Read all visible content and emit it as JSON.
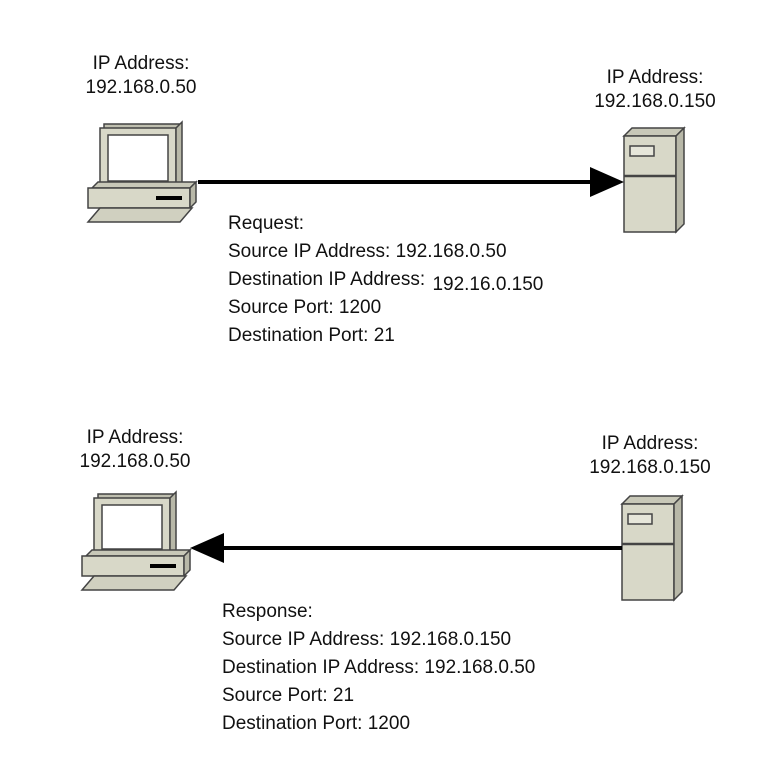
{
  "request_section": {
    "client": {
      "label": "IP Address:",
      "ip": "192.168.0.50",
      "icon": "desktop-computer-icon"
    },
    "server": {
      "label": "IP Address:",
      "ip": "192.168.0.150",
      "icon": "server-tower-icon"
    },
    "details": {
      "heading": "Request:",
      "source_ip": "Source IP Address: 192.168.0.50",
      "destination_ip_label": "Destination IP Address:",
      "destination_ip_value": "192.16.0.150",
      "source_port": "Source Port: 1200",
      "destination_port": "Destination Port: 21"
    }
  },
  "response_section": {
    "client": {
      "label": "IP Address:",
      "ip": "192.168.0.50",
      "icon": "desktop-computer-icon"
    },
    "server": {
      "label": "IP Address:",
      "ip": "192.168.0.150",
      "icon": "server-tower-icon"
    },
    "details": {
      "heading": "Response:",
      "source_ip": "Source IP Address: 192.168.0.150",
      "destination_ip": "Destination IP Address: 192.168.0.50",
      "source_port": "Source Port: 21",
      "destination_port": "Destination Port: 1200"
    }
  },
  "colors": {
    "device_fill": "#d8d8c8",
    "device_stroke": "#444444",
    "arrow": "#000000",
    "text": "#111111"
  }
}
